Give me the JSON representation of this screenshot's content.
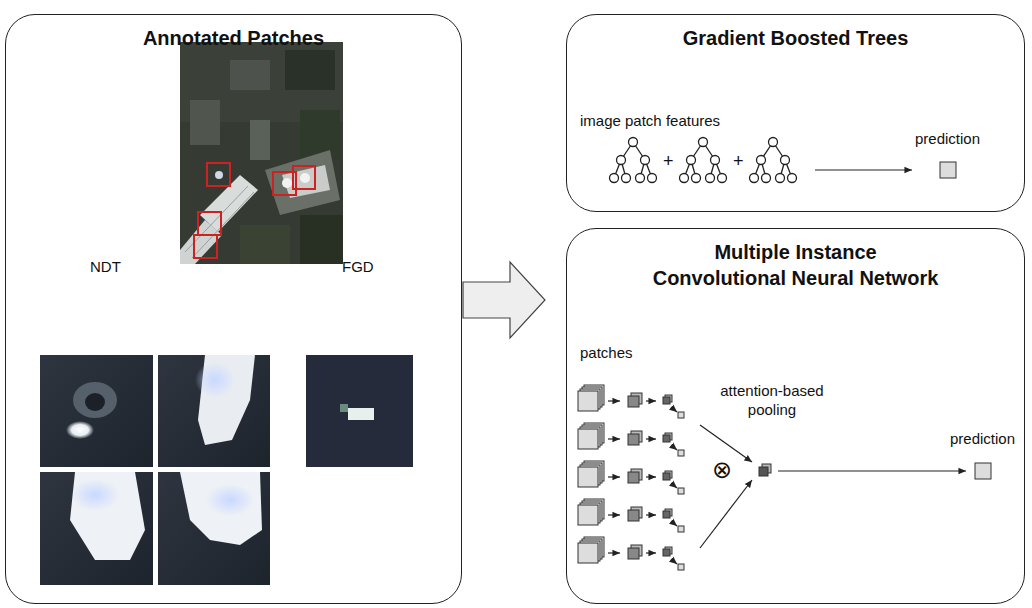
{
  "diagram": {
    "nodes": [
      {
        "text": [
          "Annotated Patches"
        ]
      },
      {
        "text": [
          "Gradient Boosted Trees"
        ]
      },
      {
        "text": [
          "Multiple Instance Convolutional Neural Network"
        ]
      }
    ],
    "labels": [
      "NDT",
      "FGD",
      "image patch features",
      "+",
      "+",
      "prediction",
      "patches",
      "attention-based pooling",
      "⊗",
      "prediction"
    ]
  }
}
